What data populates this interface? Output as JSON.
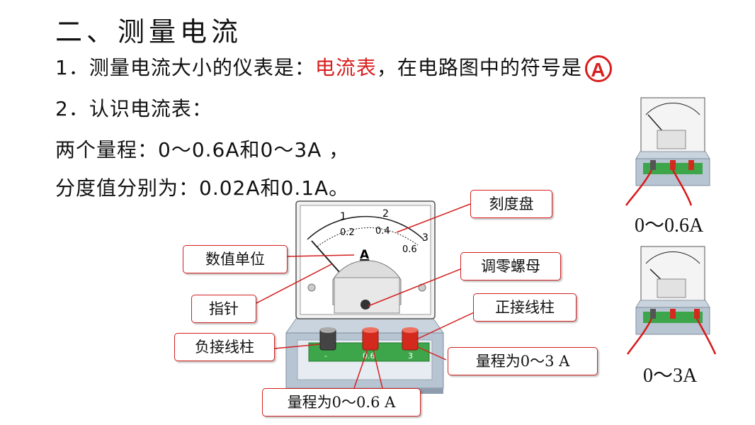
{
  "heading": "二、测量电流",
  "line1": {
    "prefix": "1．测量电流大小的仪表是：",
    "highlight": "电流表",
    "suffix": "，在电路图中的符号是",
    "symbol": "A"
  },
  "line2": "2．认识电流表：",
  "line3": "两个量程：0～0.6A和0～3A ，",
  "line4": "分度值分别为：0.02A和0.1A。",
  "labels": {
    "dial": "刻度盘",
    "unit": "数值单位",
    "zero": "调零螺母",
    "pointer": "指针",
    "positive": "正接线柱",
    "negative": "负接线柱",
    "range3": "量程为0～3 A",
    "range06": "量程为0～0.6 A"
  },
  "meter": {
    "scale_top": [
      "1",
      "2",
      "3"
    ],
    "scale_bottom": [
      "0.2",
      "0.4",
      "0.6"
    ],
    "unit_symbol": "A",
    "terminals": [
      "-",
      "0.6",
      "3"
    ]
  },
  "captions": {
    "top": "0～0.6A",
    "bottom": "0～3A"
  },
  "colors": {
    "label_border": "#d32020",
    "highlight": "#d81e1e",
    "board": "#3ea64a",
    "terminal": "#d42a1e",
    "wire": "#d81818"
  }
}
